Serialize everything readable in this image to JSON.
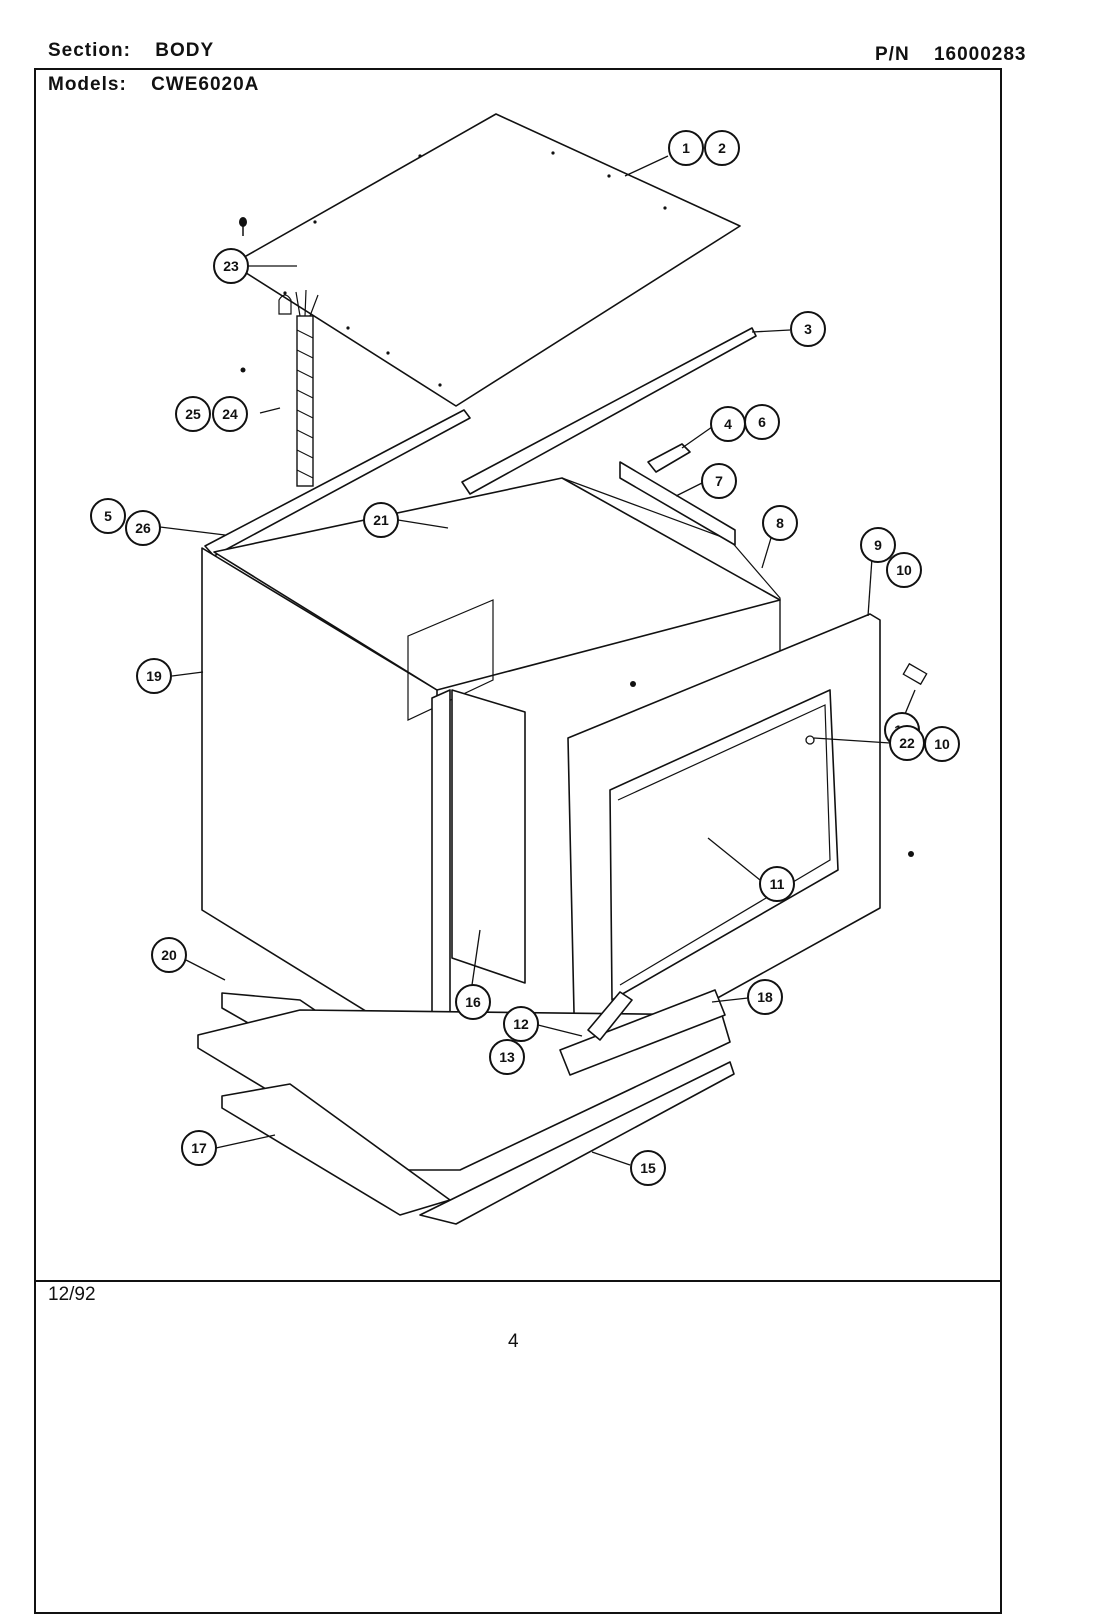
{
  "header": {
    "section_label": "Section:",
    "section_value": "BODY",
    "models_label": "Models:",
    "models_value": "CWE6020A",
    "pn_label": "P/N",
    "pn_value": "16000283"
  },
  "footer": {
    "date": "12/92",
    "page_number": "4"
  },
  "callouts": [
    "1",
    "2",
    "3",
    "4",
    "6",
    "5",
    "26",
    "7",
    "8",
    "9",
    "10",
    "19",
    "21",
    "23",
    "24",
    "25",
    "14",
    "22",
    "10",
    "11",
    "16",
    "18",
    "20",
    "12",
    "13",
    "17",
    "15"
  ]
}
